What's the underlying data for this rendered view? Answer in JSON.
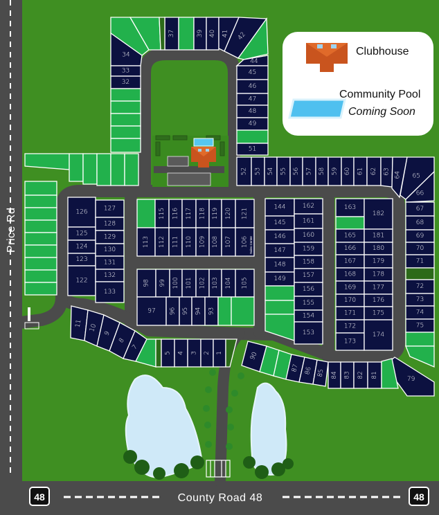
{
  "colors": {
    "sold": "#0c1140",
    "available": "#22b14c",
    "reserved": "#2c6a19",
    "road": "#4b4b4b",
    "grass": "#3f8f22"
  },
  "roads": {
    "west": "Price Rd",
    "south": "County Road 48",
    "route_number": "48"
  },
  "legend": {
    "clubhouse": "Clubhouse",
    "pool": "Community Pool",
    "pool_status": "Coming Soon"
  },
  "sales_center": "Sales Center",
  "lots": {
    "top_row": [
      "37",
      "",
      "39",
      "40"
    ],
    "top_wedge": [
      "",
      "",
      null,
      "34",
      "41",
      "42",
      ""
    ],
    "top_left_col": [
      "33",
      "32",
      "",
      "",
      "",
      "",
      "",
      ""
    ],
    "left_top": [
      "",
      "",
      "",
      "",
      "",
      ""
    ],
    "left_strip": [
      "",
      "",
      "",
      "",
      "",
      "",
      "",
      "",
      ""
    ],
    "top_right_col": [
      "44",
      "45",
      "46",
      "47",
      "48",
      "49",
      "",
      "51"
    ],
    "row_52": [
      "52",
      "53",
      "54",
      "55",
      "56",
      "57",
      "58",
      "59",
      "60",
      "61",
      "62"
    ],
    "corner": [
      "63",
      "64",
      "65",
      "66"
    ],
    "right_col": [
      "67",
      "68",
      "69",
      "70",
      "71",
      null,
      "72",
      "73",
      "74",
      "75"
    ],
    "right_bottom": [
      "",
      "",
      "79"
    ],
    "bottom_arc": [
      "90",
      "",
      "",
      "87",
      "86",
      "85",
      "84",
      "83",
      "82",
      "81",
      ""
    ],
    "block_113_top": [
      "",
      "115",
      "116",
      "117",
      "118",
      "119",
      "120",
      "121"
    ],
    "block_113_bottom": [
      "113",
      "112",
      "111",
      "110",
      "109",
      "108",
      "107",
      "106"
    ],
    "block_98_top": [
      "98",
      "99",
      "100",
      "101",
      "102",
      "103",
      "104",
      "105"
    ],
    "block_98_bottom": [
      "97",
      "96",
      "95",
      "94",
      "93",
      "",
      ""
    ],
    "block_126": [
      "126",
      "125",
      "124",
      "123",
      "122"
    ],
    "block_127": [
      "127",
      "128",
      "129",
      "130",
      "131",
      "132",
      "133"
    ],
    "block_144": [
      "144",
      "145",
      "146",
      "147",
      "148",
      "149",
      "",
      "",
      ""
    ],
    "block_162": [
      "162",
      "161",
      "160",
      "159",
      "158",
      "157",
      "156",
      "155",
      "154",
      "153"
    ],
    "block_163": [
      "163",
      "",
      "165",
      "166",
      "167",
      "168",
      "169",
      "170",
      "171",
      "172",
      "173"
    ],
    "block_182": [
      "182",
      "181",
      "180",
      "179",
      "178",
      "177",
      "176",
      "175",
      "174"
    ],
    "lots_7_11": [
      "11",
      "10",
      "9",
      "8",
      "7",
      "",
      null
    ],
    "lots_1_5": [
      "5",
      "4",
      "3",
      "2",
      "1",
      null
    ]
  }
}
